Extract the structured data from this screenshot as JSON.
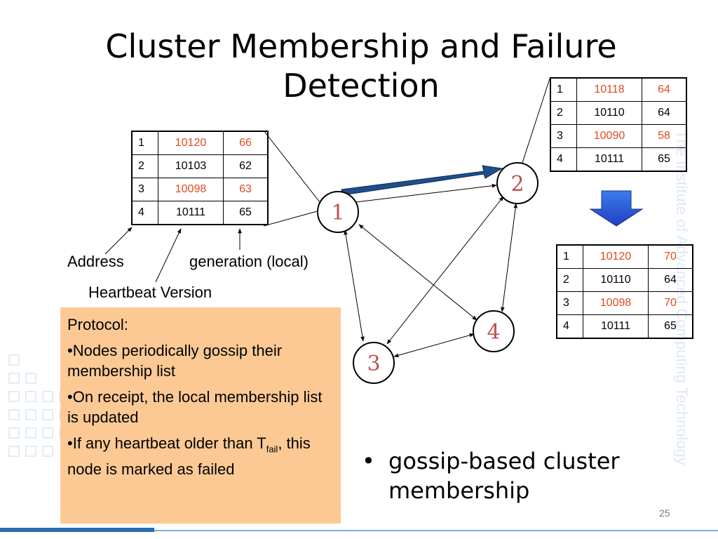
{
  "slide": {
    "title": "Cluster Membership and Failure Detection",
    "page_number": "25",
    "watermark": "The Institute of Advanced Computing Technology",
    "accent_red": "#e04a1e",
    "box_color": "#fcc995"
  },
  "tables": {
    "node1": [
      {
        "addr": "1",
        "hb": "10120",
        "gen": "66",
        "red": true
      },
      {
        "addr": "2",
        "hb": "10103",
        "gen": "62",
        "red": false
      },
      {
        "addr": "3",
        "hb": "10098",
        "gen": "63",
        "red": true
      },
      {
        "addr": "4",
        "hb": "10111",
        "gen": "65",
        "red": false
      }
    ],
    "node2": [
      {
        "addr": "1",
        "hb": "10118",
        "gen": "64",
        "red": true
      },
      {
        "addr": "2",
        "hb": "10110",
        "gen": "64",
        "red": false
      },
      {
        "addr": "3",
        "hb": "10090",
        "gen": "58",
        "red": true
      },
      {
        "addr": "4",
        "hb": "10111",
        "gen": "65",
        "red": false
      }
    ],
    "merged": [
      {
        "addr": "1",
        "hb": "10120",
        "gen": "70",
        "red": true
      },
      {
        "addr": "2",
        "hb": "10110",
        "gen": "64",
        "red": false
      },
      {
        "addr": "3",
        "hb": "10098",
        "gen": "70",
        "red": true
      },
      {
        "addr": "4",
        "hb": "10111",
        "gen": "65",
        "red": false
      }
    ]
  },
  "labels": {
    "address": "Address",
    "generation": "generation (local)",
    "heartbeat": "Heartbeat Version"
  },
  "nodes": {
    "n1": "1",
    "n2": "2",
    "n3": "3",
    "n4": "4"
  },
  "protocol": {
    "heading": "Protocol:",
    "item1": "•Nodes periodically gossip their membership list",
    "item2": "•On receipt, the local membership list is updated",
    "item3_pre": "•If any heartbeat older than T",
    "item3_sub": "fail",
    "item3_post": ", this node is marked as failed"
  },
  "bullet": {
    "symbol": "•",
    "text": "gossip-based cluster membership"
  }
}
